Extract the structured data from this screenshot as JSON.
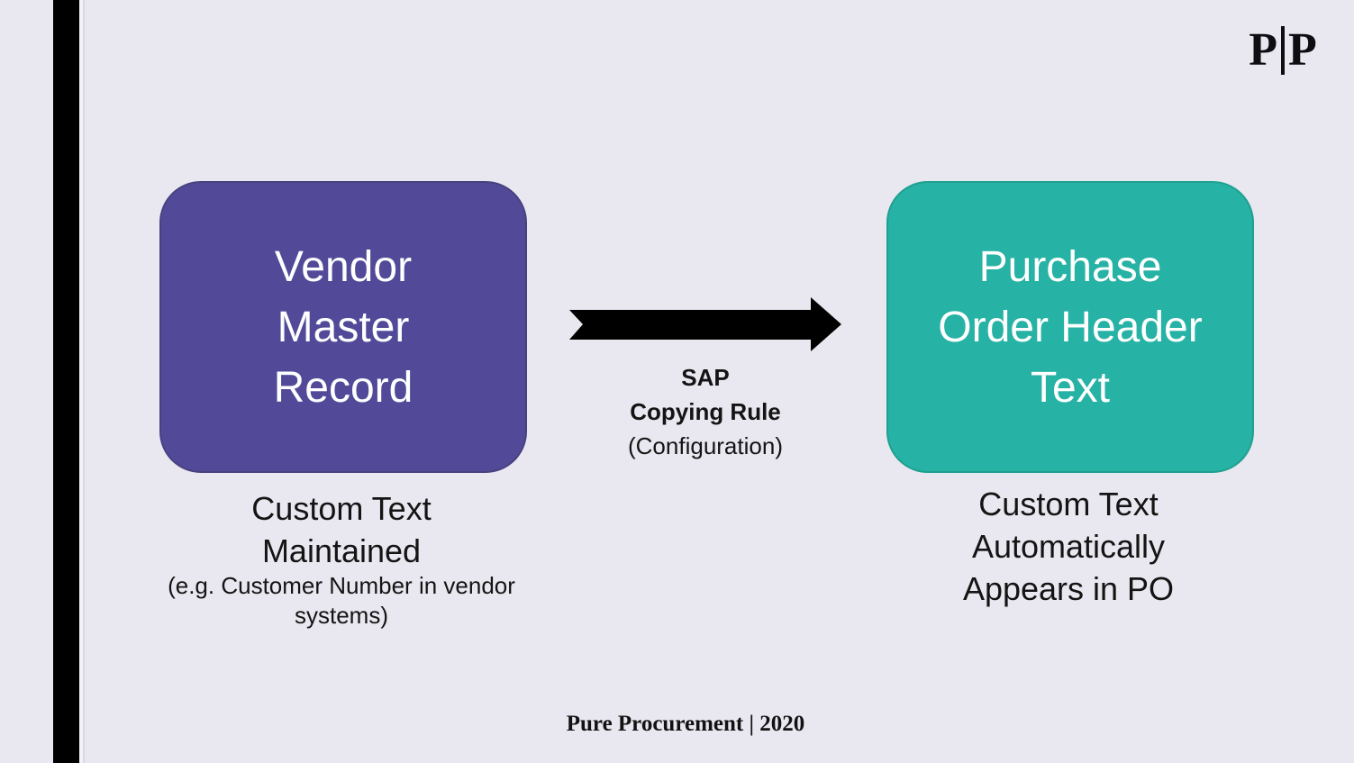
{
  "page": {
    "background_color": "#E9E8F0",
    "accent_bar_color": "#000000",
    "slide_edge_line_color": "#D9D8E2"
  },
  "logo": {
    "left": "P",
    "right": "P",
    "divider": "|",
    "color": "#0D0D12"
  },
  "diagram": {
    "source_box": {
      "lines": [
        "Vendor",
        "Master",
        "Record"
      ],
      "fill": "#524A99",
      "text_color": "#FFFFFF"
    },
    "target_box": {
      "lines": [
        "Purchase",
        "Order Header",
        "Text"
      ],
      "fill": "#26B2A4",
      "text_color": "#FFFFFF"
    },
    "arrow": {
      "direction": "right",
      "color": "#000000",
      "label_line1": "SAP",
      "label_line2": "Copying Rule",
      "label_line3": "(Configuration)"
    },
    "source_caption": {
      "lines": [
        "Custom Text",
        "Maintained"
      ],
      "note": "(e.g. Customer Number in vendor systems)"
    },
    "target_caption": {
      "lines": [
        "Custom Text",
        "Automatically",
        "Appears in PO"
      ]
    }
  },
  "footer": {
    "text": "Pure Procurement | 2020"
  }
}
